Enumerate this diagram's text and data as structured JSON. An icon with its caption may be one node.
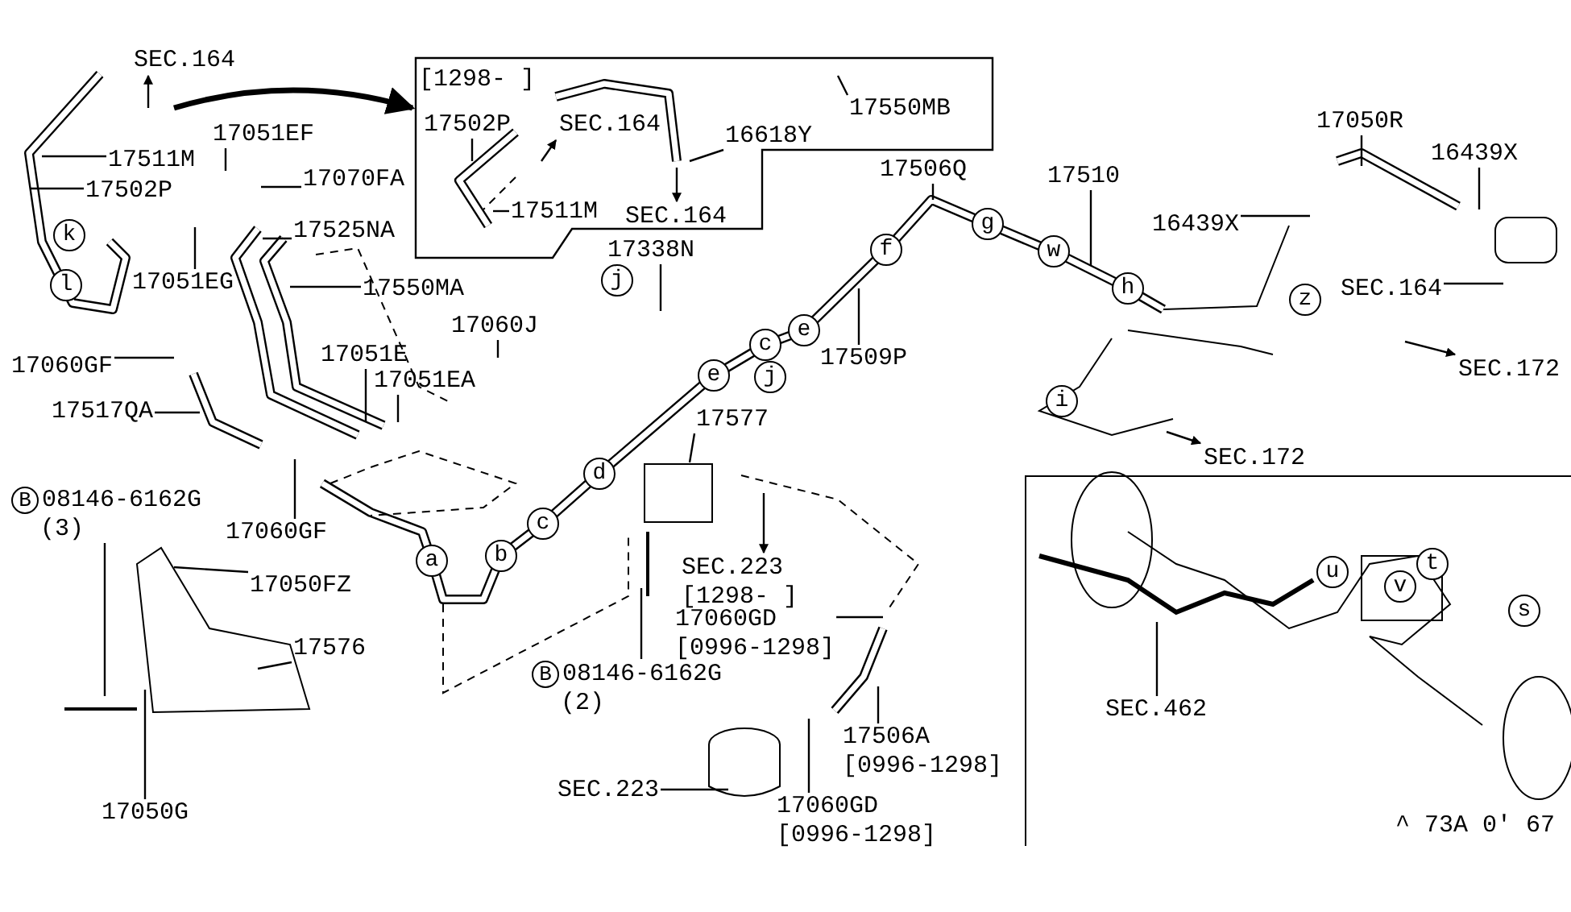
{
  "diagram": {
    "nodes": [
      {
        "text": [
          "SEC.164"
        ]
      },
      {
        "text": [
          "17511M"
        ]
      },
      {
        "text": [
          "17502P"
        ]
      },
      {
        "text": [
          "17051EF"
        ]
      },
      {
        "text": [
          "17070FA"
        ]
      },
      {
        "text": [
          "17525NA"
        ]
      },
      {
        "text": [
          "k"
        ]
      },
      {
        "text": [
          "l"
        ]
      },
      {
        "text": [
          "17051EG"
        ]
      },
      {
        "text": [
          "17550MA"
        ]
      },
      {
        "text": [],
        "shape": "box"
      },
      {
        "text": [
          "[1298-   ]"
        ],
        "in": 10
      },
      {
        "text": [
          "17502P"
        ],
        "in": 10
      },
      {
        "text": [
          "SEC.164"
        ],
        "in": 10
      },
      {
        "text": [
          "17511M"
        ],
        "in": 10
      },
      {
        "text": [
          "16618Y"
        ],
        "in": 10
      },
      {
        "text": [
          "SEC.164"
        ],
        "in": 10
      },
      {
        "text": [
          "17550MB"
        ],
        "in": 10
      },
      {
        "text": [
          "17338N"
        ]
      },
      {
        "text": [
          "j"
        ]
      },
      {
        "text": [
          "17060J"
        ]
      },
      {
        "text": [
          "17051E"
        ]
      },
      {
        "text": [
          "17051EA"
        ]
      },
      {
        "text": [
          "17060GF"
        ]
      },
      {
        "text": [
          "17517QA"
        ]
      },
      {
        "text": [
          "17060GF"
        ]
      },
      {
        "text": [
          "17506Q"
        ]
      },
      {
        "text": [
          "17510"
        ]
      },
      {
        "text": [
          "f"
        ]
      },
      {
        "text": [
          "g"
        ]
      },
      {
        "text": [
          "w"
        ]
      },
      {
        "text": [
          "h"
        ]
      },
      {
        "text": [
          "e"
        ]
      },
      {
        "text": [
          "c"
        ]
      },
      {
        "text": [
          "e"
        ]
      },
      {
        "text": [
          "j"
        ]
      },
      {
        "text": [
          "17509P"
        ]
      },
      {
        "text": [
          "16439X"
        ]
      },
      {
        "text": [
          "17050R"
        ]
      },
      {
        "text": [
          "16439X"
        ]
      },
      {
        "text": [
          "SEC.164"
        ]
      },
      {
        "text": [
          "z"
        ]
      },
      {
        "text": [
          "i"
        ]
      },
      {
        "text": [
          "SEC.172"
        ]
      },
      {
        "text": [
          "SEC.172"
        ]
      },
      {
        "text": [
          "17577"
        ]
      },
      {
        "text": [
          "d"
        ]
      },
      {
        "text": [
          "c"
        ]
      },
      {
        "text": [
          "b"
        ]
      },
      {
        "text": [
          "a"
        ]
      },
      {
        "text": [
          "B",
          "08146-6162G",
          "(3)"
        ]
      },
      {
        "text": [
          "17050FZ"
        ]
      },
      {
        "text": [
          "17576"
        ]
      },
      {
        "text": [
          "17050G"
        ]
      },
      {
        "text": [
          "SEC.223",
          "[1298-   ]"
        ]
      },
      {
        "text": [
          "17060GD",
          "[0996-1298]"
        ]
      },
      {
        "text": [
          "B",
          "08146-6162G",
          "(2)"
        ]
      },
      {
        "text": [
          "17506A",
          "[0996-1298]"
        ]
      },
      {
        "text": [
          "SEC.223"
        ]
      },
      {
        "text": [
          "17060GD",
          "[0996-1298]"
        ]
      },
      {
        "text": [],
        "shape": "box"
      },
      {
        "text": [
          "SEC.462"
        ],
        "in": 60
      },
      {
        "text": [
          "u"
        ],
        "in": 60
      },
      {
        "text": [
          "t"
        ],
        "in": 60
      },
      {
        "text": [
          "v"
        ],
        "in": 60
      },
      {
        "text": [
          "s"
        ],
        "in": 60
      }
    ],
    "edges": [
      {
        "from": null,
        "to": 0,
        "arrow": "to"
      },
      {
        "from": null,
        "to": 10,
        "arrow": "to",
        "style": "thick"
      },
      {
        "from": 1,
        "to": null,
        "arrow": "none"
      },
      {
        "from": 2,
        "to": null,
        "arrow": "none"
      },
      {
        "from": 3,
        "to": null,
        "arrow": "none"
      },
      {
        "from": 4,
        "to": null,
        "arrow": "none"
      },
      {
        "from": 5,
        "to": null,
        "arrow": "none"
      },
      {
        "from": 8,
        "to": null,
        "arrow": "none"
      },
      {
        "from": 9,
        "to": null,
        "arrow": "none"
      },
      {
        "from": null,
        "to": 13,
        "arrow": "to"
      },
      {
        "from": 12,
        "to": null,
        "arrow": "none"
      },
      {
        "from": 14,
        "to": null,
        "arrow": "none"
      },
      {
        "from": 15,
        "to": null,
        "arrow": "none"
      },
      {
        "from": null,
        "to": 16,
        "arrow": "to"
      },
      {
        "from": 17,
        "to": null,
        "arrow": "none"
      },
      {
        "from": 18,
        "to": null,
        "arrow": "none"
      },
      {
        "from": 20,
        "to": null,
        "arrow": "none"
      },
      {
        "from": 21,
        "to": null,
        "arrow": "none"
      },
      {
        "from": 22,
        "to": null,
        "arrow": "none"
      },
      {
        "from": 23,
        "to": null,
        "arrow": "none"
      },
      {
        "from": 24,
        "to": null,
        "arrow": "none"
      },
      {
        "from": 25,
        "to": null,
        "arrow": "none"
      },
      {
        "from": 26,
        "to": null,
        "arrow": "none"
      },
      {
        "from": 27,
        "to": null,
        "arrow": "none"
      },
      {
        "from": 36,
        "to": null,
        "arrow": "none"
      },
      {
        "from": 37,
        "to": null,
        "arrow": "none"
      },
      {
        "from": 38,
        "to": null,
        "arrow": "none"
      },
      {
        "from": 39,
        "to": null,
        "arrow": "none"
      },
      {
        "from": 40,
        "to": null,
        "arrow": "none"
      },
      {
        "from": null,
        "to": 43,
        "arrow": "to"
      },
      {
        "from": null,
        "to": 44,
        "arrow": "to"
      },
      {
        "from": 45,
        "to": null,
        "arrow": "none"
      },
      {
        "from": 50,
        "to": null,
        "arrow": "none"
      },
      {
        "from": 51,
        "to": null,
        "arrow": "none"
      },
      {
        "from": 52,
        "to": null,
        "arrow": "none"
      },
      {
        "from": 53,
        "to": null,
        "arrow": "none"
      },
      {
        "from": null,
        "to": 54,
        "arrow": "to"
      },
      {
        "from": 55,
        "to": null,
        "arrow": "none"
      },
      {
        "from": 56,
        "to": null,
        "arrow": "none"
      },
      {
        "from": 57,
        "to": null,
        "arrow": "none"
      },
      {
        "from": 58,
        "to": null,
        "arrow": "none"
      },
      {
        "from": 59,
        "to": null,
        "arrow": "none"
      },
      {
        "from": 61,
        "to": null,
        "arrow": "none"
      }
    ],
    "labels": [
      "^ 73A 0' 67"
    ]
  }
}
